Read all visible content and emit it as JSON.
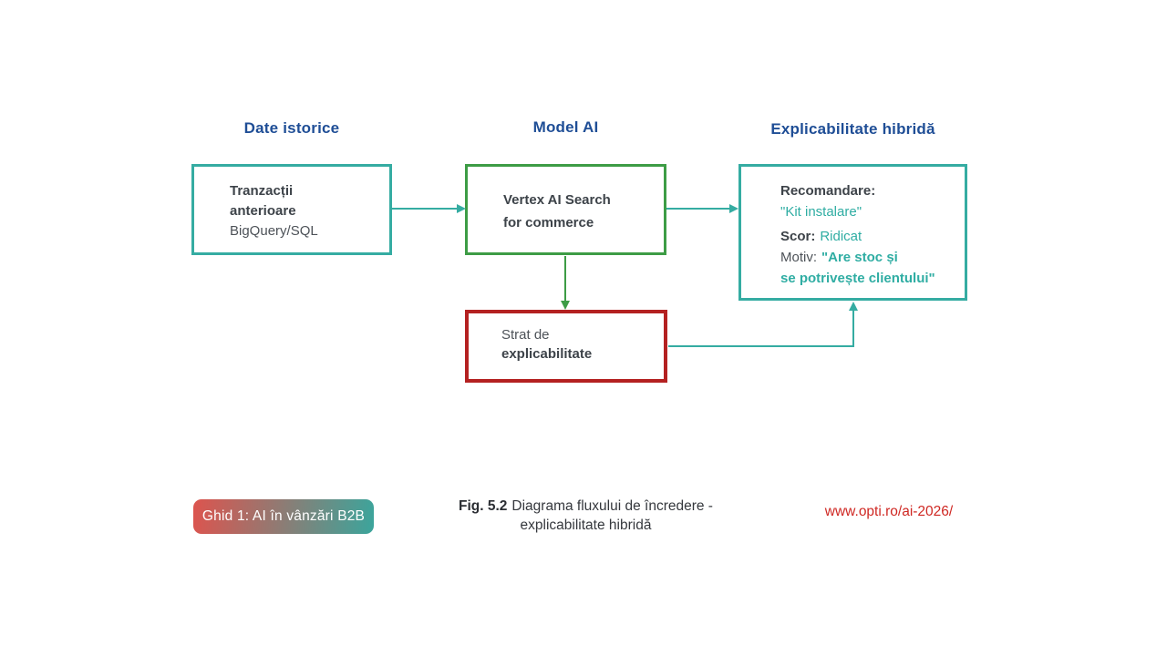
{
  "diagram": {
    "columns": [
      {
        "label": "Date istorice"
      },
      {
        "label": "Model AI"
      },
      {
        "label": "Explicabilitate hibridă"
      }
    ],
    "boxes": {
      "historical_data": {
        "title_line1": "Tranzacții",
        "title_line2": "anterioare",
        "subtitle": "BigQuery/SQL"
      },
      "ai_model": {
        "line1": "Vertex AI Search",
        "line2": "for commerce"
      },
      "hybrid_explainability": {
        "recommendation_label": "Recomandare:",
        "recommendation_value": "\"Kit instalare\"",
        "score_label": "Scor:",
        "score_value": "Ridicat",
        "reason_label": "Motiv:",
        "reason_value_line1": "\"Are stoc și",
        "reason_value_line2": "se potrivește clientului\""
      },
      "explainability_layer": {
        "line1": "Strat de",
        "line2": "explicabilitate"
      }
    },
    "arrows": [
      {
        "name": "historical-to-model"
      },
      {
        "name": "model-to-explainability"
      },
      {
        "name": "model-to-layer"
      },
      {
        "name": "layer-to-explainability"
      }
    ]
  },
  "footer": {
    "badge_label": "Ghid 1: AI în vânzări B2B",
    "caption_prefix": "Fig. 5.2",
    "caption_line1": "Diagrama fluxului de încredere -",
    "caption_line2": "explicabilitate hibridă",
    "url": "www.opti.ro/ai-2026/"
  },
  "colors": {
    "header_navy": "#1f4e96",
    "teal": "#35aca2",
    "green": "#3d9c45",
    "red_border": "#b42121",
    "url_red": "#cf2823",
    "badge_gradient_start": "#dd544e",
    "badge_gradient_end": "#3ba59c"
  }
}
